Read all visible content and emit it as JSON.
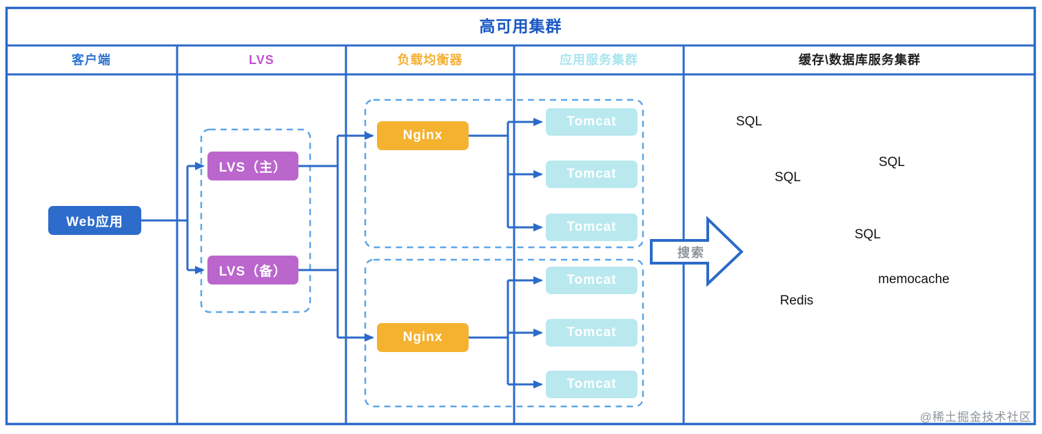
{
  "title": "高可用集群",
  "columns": [
    {
      "label": "客户端",
      "color": "#2E74D4"
    },
    {
      "label": "LVS",
      "color": "#C251D1"
    },
    {
      "label": "负载均衡器",
      "color": "#F5AF31"
    },
    {
      "label": "应用服务集群",
      "color": "#A9E4ED"
    },
    {
      "label": "缓存\\数据库服务集群",
      "color": "#1E1E1E"
    }
  ],
  "nodes": {
    "web_app": {
      "label": "Web应用",
      "color": "#2D6CCB"
    },
    "lvs_master": {
      "label": "LVS（主）",
      "color": "#BA66CD"
    },
    "lvs_backup": {
      "label": "LVS（备）",
      "color": "#BA66CD"
    },
    "nginx_top": {
      "label": "Nginx",
      "color": "#F5B230"
    },
    "nginx_bottom": {
      "label": "Nginx",
      "color": "#F5B230"
    },
    "tomcats": [
      {
        "label": "Tomcat"
      },
      {
        "label": "Tomcat"
      },
      {
        "label": "Tomcat"
      },
      {
        "label": "Tomcat"
      },
      {
        "label": "Tomcat"
      },
      {
        "label": "Tomcat"
      }
    ]
  },
  "search_arrow": {
    "label": "搜索"
  },
  "cache_db": {
    "labels": [
      {
        "text": "SQL"
      },
      {
        "text": "SQL"
      },
      {
        "text": "SQL"
      },
      {
        "text": "SQL"
      },
      {
        "text": "memocache"
      },
      {
        "text": "Redis"
      }
    ]
  },
  "watermark": {
    "text": "@稀土掘金技术社区"
  },
  "colors": {
    "grid_line": "#2B6AC9",
    "connector_line": "#2B6AC9",
    "dashed_group_border": "#5CA5E8",
    "title_text": "#1756C4",
    "search_text": "#8C9499",
    "watermark_text": "#8E959C"
  }
}
